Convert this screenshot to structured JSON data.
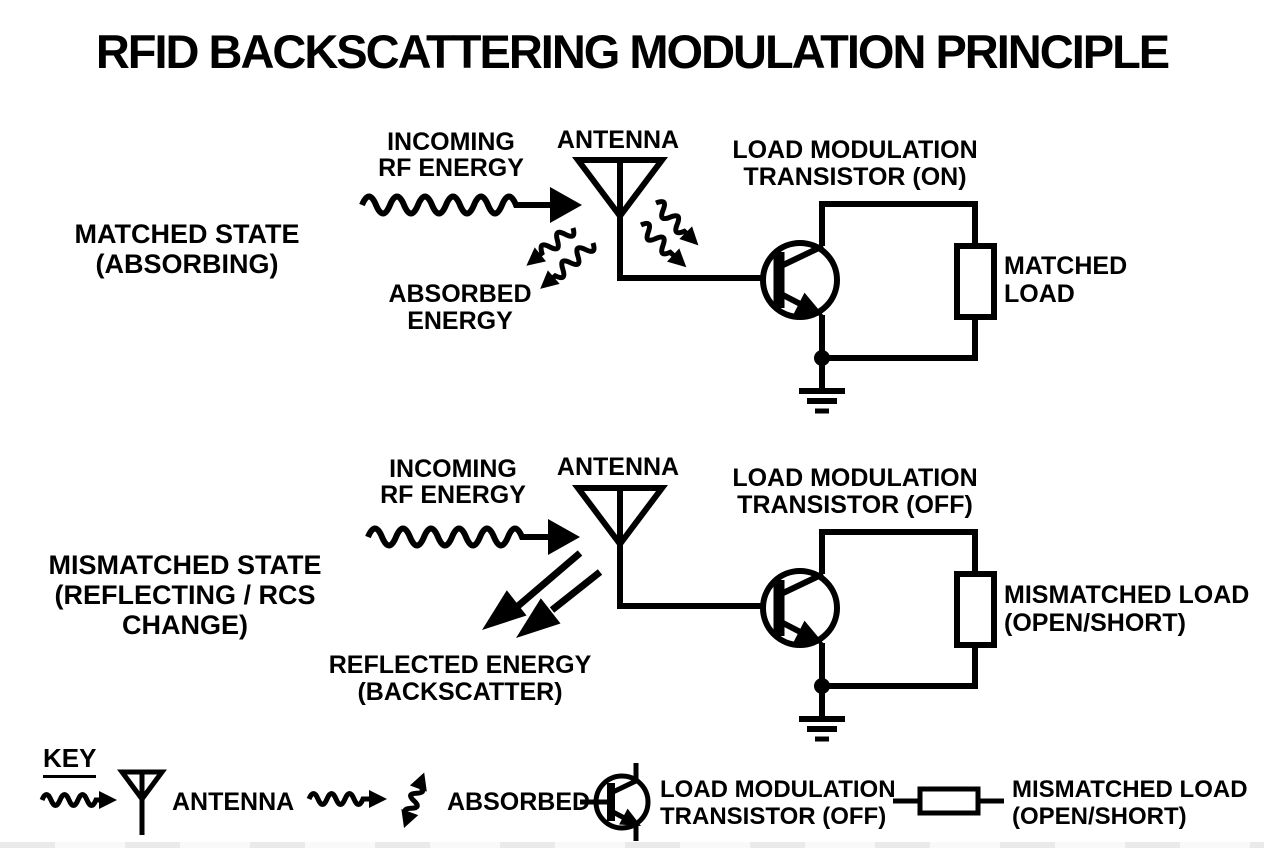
{
  "title": "RFID BACKSCATTERING MODULATION PRINCIPLE",
  "matched": {
    "state_line1": "MATCHED STATE",
    "state_line2": "(ABSORBING)",
    "incoming_line1": "INCOMING",
    "incoming_line2": "RF ENERGY",
    "antenna_label": "ANTENNA",
    "absorbed_line1": "ABSORBED",
    "absorbed_line2": "ENERGY",
    "transistor_line1": "LOAD MODULATION",
    "transistor_line2": "TRANSISTOR (ON)",
    "load_line1": "MATCHED",
    "load_line2": "LOAD"
  },
  "mismatched": {
    "state_line1": "MISMATCHED STATE",
    "state_line2": "(REFLECTING / RCS",
    "state_line3": "CHANGE)",
    "incoming_line1": "INCOMING",
    "incoming_line2": "RF ENERGY",
    "antenna_label": "ANTENNA",
    "reflected_line1": "REFLECTED ENERGY",
    "reflected_line2": "(BACKSCATTER)",
    "transistor_line1": "LOAD MODULATION",
    "transistor_line2": "TRANSISTOR (OFF)",
    "load_line1": "MISMATCHED LOAD",
    "load_line2": "(OPEN/SHORT)"
  },
  "key": {
    "title": "KEY",
    "antenna_label": "ANTENNA",
    "absorbed_label": "ABSORBED",
    "transistor_line1": "LOAD MODULATION",
    "transistor_line2": "TRANSISTOR (OFF)",
    "load_line1": "MISMATCHED LOAD",
    "load_line2": "(OPEN/SHORT)"
  },
  "colors": {
    "ink": "#000000",
    "background": "#ffffff"
  }
}
